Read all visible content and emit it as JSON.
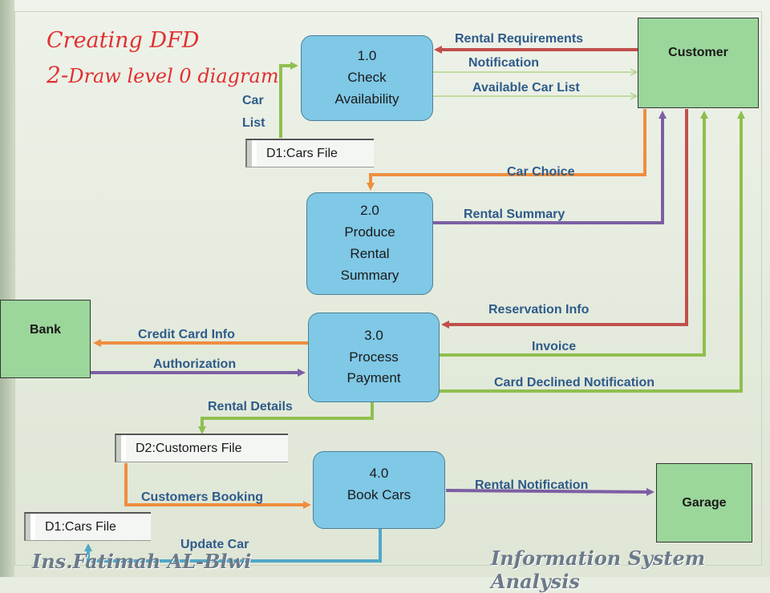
{
  "title": {
    "line1": "Creating DFD",
    "line2_prefix": "2-",
    "line2_rest": "Draw level 0 diagram"
  },
  "processes": {
    "p1": {
      "num": "1.0",
      "name1": "Check",
      "name2": "Availability"
    },
    "p2": {
      "num": "2.0",
      "name1": "Produce",
      "name2": "Rental",
      "name3": "Summary"
    },
    "p3": {
      "num": "3.0",
      "name1": "Process",
      "name2": "Payment"
    },
    "p4": {
      "num": "4.0",
      "name1": "Book Cars"
    }
  },
  "entities": {
    "customer": "Customer",
    "bank": "Bank",
    "garage": "Garage"
  },
  "stores": {
    "d1_top": "D1:Cars File",
    "d2": "D2:Customers File",
    "d1_bottom": "D1:Cars File"
  },
  "flows": {
    "rental_requirements": "Rental Requirements",
    "notification": "Notification",
    "available_car_list": "Available Car List",
    "car_list_1": "Car",
    "car_list_2": "List",
    "car_choice": "Car Choice",
    "rental_summary": "Rental Summary",
    "reservation_info": "Reservation Info",
    "credit_card_info": "Credit Card Info",
    "invoice": "Invoice",
    "authorization": "Authorization",
    "card_declined": "Card Declined Notification",
    "rental_details": "Rental Details",
    "customers_booking": "Customers  Booking",
    "rental_notification": "Rental Notification",
    "update_car": "Update Car"
  },
  "footer": {
    "left": "Ins.Fatimah AL-Blwi",
    "right": "Information System Analysis"
  },
  "colors": {
    "red": "#c0504d",
    "green": "#8fbf4f",
    "orange": "#ee8e3f",
    "purple": "#7c5fa3",
    "teal": "#4fa8c8",
    "light_green": "#b3d48c"
  }
}
